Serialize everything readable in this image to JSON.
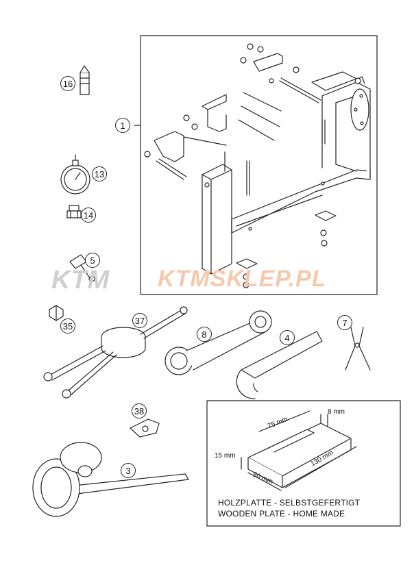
{
  "watermark": {
    "logo_text": "KTM",
    "site_text": "KTMSKLEP.PL",
    "logo_color": "#cfcfcf",
    "site_color": "#f6c9ad"
  },
  "callouts": {
    "c1": "1",
    "c3": "3",
    "c4": "4",
    "c5": "5",
    "c7": "7",
    "c8": "8",
    "c13": "13",
    "c14": "14",
    "c16": "16",
    "c35": "35",
    "c37": "37",
    "c38": "38"
  },
  "wooden_plate": {
    "dim_75": "75 mm",
    "dim_8": "8 mm",
    "dim_15": "15 mm",
    "dim_50": "50 mm",
    "dim_130": "130 mm",
    "note_de": "HOLZPLATTE - SELBSTGEFERTIGT",
    "note_en": "WOODEN PLATE - HOME MADE"
  }
}
